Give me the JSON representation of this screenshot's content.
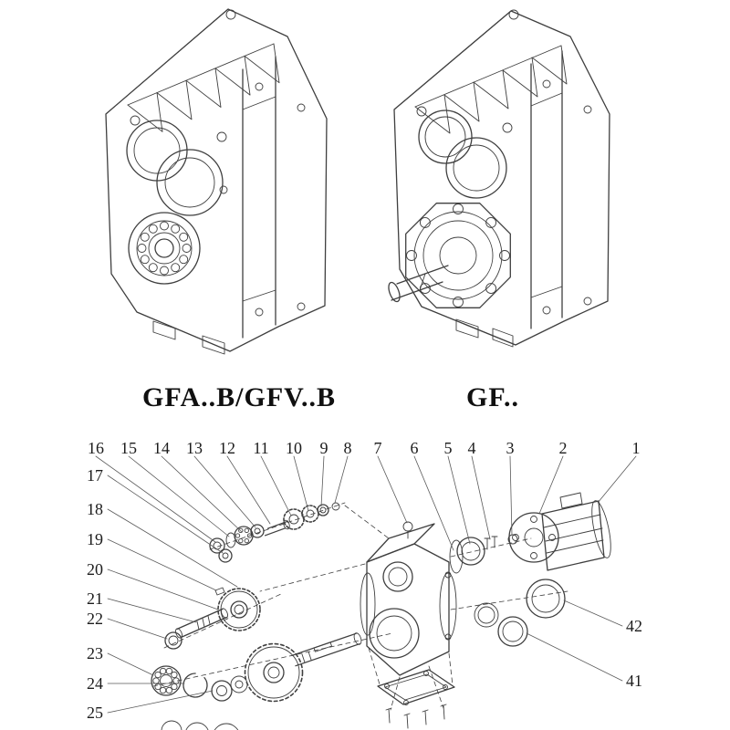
{
  "page": {
    "background_color": "#ffffff",
    "line_color": "#3f3f3f",
    "text_color": "#1c1c1c"
  },
  "models": {
    "left_label": "GFA..B/GFV..B",
    "right_label": "GF.."
  },
  "exploded_view": {
    "top_row_numbers": [
      "16",
      "15",
      "14",
      "13",
      "12",
      "11",
      "10",
      "9",
      "8",
      "7",
      "6",
      "5",
      "4",
      "3",
      "2",
      "1"
    ],
    "left_column_numbers": [
      "17",
      "18",
      "19",
      "20",
      "21",
      "22",
      "23",
      "24",
      "25"
    ],
    "right_column_numbers": [
      "42",
      "41"
    ]
  }
}
